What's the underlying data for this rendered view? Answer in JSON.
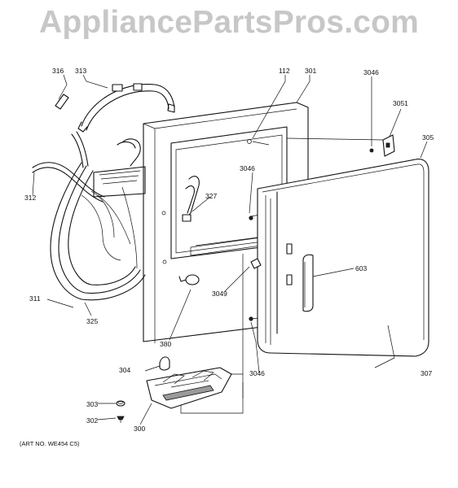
{
  "watermark": "AppliancePartsPros.com",
  "art_number": "(ART NO. WE454 C5)",
  "callouts": {
    "c316": "316",
    "c313": "313",
    "c112": "112",
    "c301": "301",
    "c3046a": "3046",
    "c3051": "3051",
    "c305": "305",
    "c3046b": "3046",
    "c327": "327",
    "c312": "312",
    "c603": "603",
    "c311": "311",
    "c3049": "3049",
    "c325": "325",
    "c380": "380",
    "c307": "307",
    "c304": "304",
    "c3046c": "3046",
    "c303": "303",
    "c302": "302",
    "c300": "300"
  }
}
